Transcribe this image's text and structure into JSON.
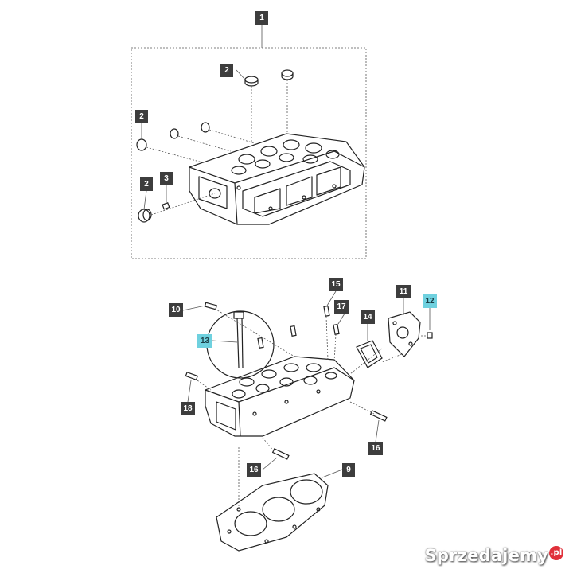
{
  "callouts": {
    "c1": "1",
    "c2a": "2",
    "c2b": "2",
    "c2c": "2",
    "c3": "3",
    "c9": "9",
    "c10": "10",
    "c11": "11",
    "c12": "12",
    "c13": "13",
    "c14": "14",
    "c15": "15",
    "c16a": "16",
    "c16b": "16",
    "c17": "17",
    "c18": "18"
  },
  "watermark": {
    "text": "Sprzedajemy",
    "suffix": ".pl"
  },
  "colors": {
    "callout_box": "#3d3d3d",
    "callout_highlight": "#6fd1df",
    "line": "#222222"
  }
}
